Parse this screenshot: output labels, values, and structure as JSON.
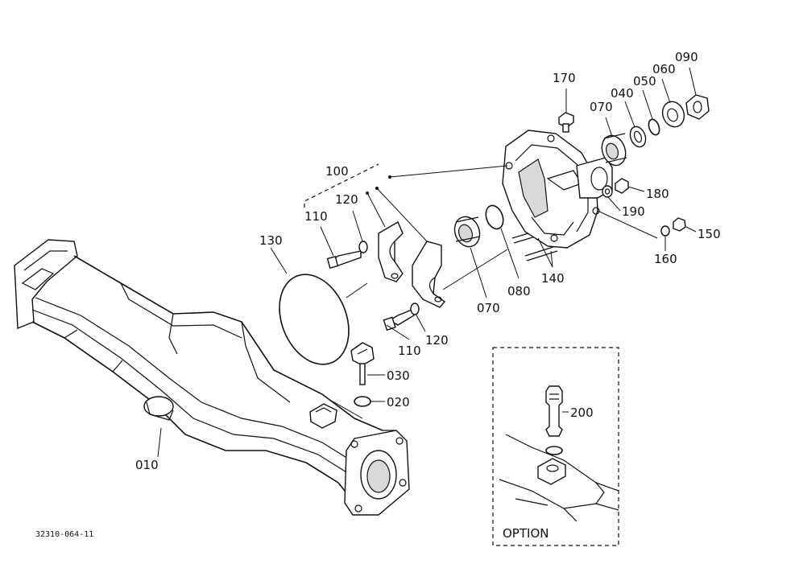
{
  "labels": {
    "p010": "010",
    "p020": "020",
    "p030": "030",
    "p040": "040",
    "p050": "050",
    "p060": "060",
    "p070a": "070",
    "p070b": "070",
    "p080": "080",
    "p090": "090",
    "p100": "100",
    "p110a": "110",
    "p110b": "110",
    "p120a": "120",
    "p120b": "120",
    "p130": "130",
    "p140": "140",
    "p150": "150",
    "p160": "160",
    "p170": "170",
    "p180": "180",
    "p190": "190",
    "p200": "200"
  },
  "option_label": "OPTION",
  "drawing_number": "32310-064-11"
}
